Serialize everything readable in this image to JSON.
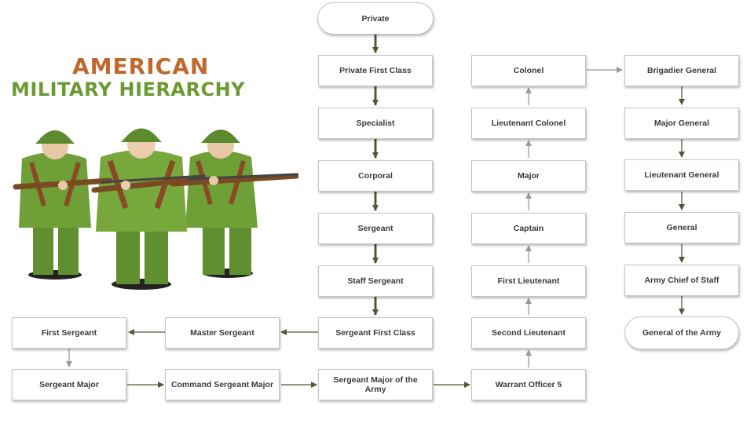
{
  "title": {
    "line1": "AMERICAN",
    "line2": "MILITARY HIERARCHY"
  },
  "colors": {
    "title_orange": "#c0692c",
    "title_green": "#6b9a32",
    "arrow_dark": "#4d5a35",
    "arrow_light": "#9a9a9a"
  },
  "illustration": {
    "icon": "soldiers-with-rifles-icon"
  },
  "ranks": {
    "private": "Private",
    "private_first_class": "Private First Class",
    "specialist": "Specialist",
    "corporal": "Corporal",
    "sergeant": "Sergeant",
    "staff_sergeant": "Staff Sergeant",
    "sergeant_first_class": "Sergeant First Class",
    "master_sergeant": "Master Sergeant",
    "first_sergeant": "First Sergeant",
    "sergeant_major": "Sergeant Major",
    "command_sergeant_major": "Command Sergeant Major",
    "sergeant_major_of_the_army": "Sergeant Major of the Army",
    "warrant_officer_5": "Warrant Officer 5",
    "second_lieutenant": "Second Lieutenant",
    "first_lieutenant": "First Lieutenant",
    "captain": "Captain",
    "major": "Major",
    "lieutenant_colonel": "Lieutenant Colonel",
    "colonel": "Colonel",
    "brigadier_general": "Brigadier General",
    "major_general": "Major General",
    "lieutenant_general": "Lieutenant General",
    "general": "General",
    "army_chief_of_staff": "Army Chief of Staff",
    "general_of_the_army": "General of the Army"
  }
}
